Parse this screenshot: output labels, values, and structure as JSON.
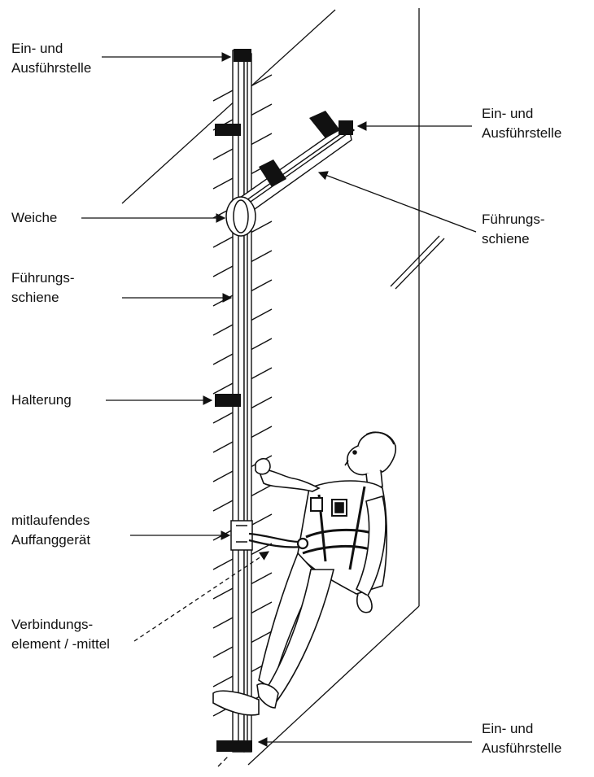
{
  "labels": {
    "entry_top_left": {
      "line1": "Ein- und",
      "line2": "Ausführstelle"
    },
    "entry_top_right": {
      "line1": "Ein- und",
      "line2": "Ausführstelle"
    },
    "switch": "Weiche",
    "rail_right": {
      "line1": "Führungs-",
      "line2": "schiene"
    },
    "rail_left": {
      "line1": "Führungs-",
      "line2": "schiene"
    },
    "bracket": "Halterung",
    "fall_arrester": {
      "line1": "mitlaufendes",
      "line2": "Auffanggerät"
    },
    "connector": {
      "line1": "Verbindungs-",
      "line2": "element / -mittel"
    },
    "entry_bottom_right": {
      "line1": "Ein- und",
      "line2": "Ausführstelle"
    }
  },
  "colors": {
    "ink": "#111111",
    "paper": "#ffffff"
  }
}
